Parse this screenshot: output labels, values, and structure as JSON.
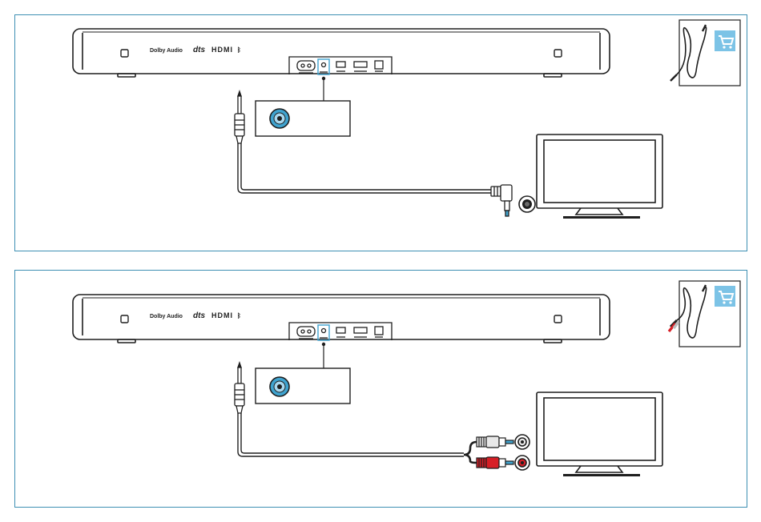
{
  "panels": [
    {
      "id": "aux-to-3-5mm",
      "cable": "3.5mm to 3.5mm stereo audio cable",
      "accessory_shop_icon": "shopping-cart-icon"
    },
    {
      "id": "aux-to-rca",
      "cable": "3.5mm to RCA stereo audio cable",
      "accessory_shop_icon": "shopping-cart-icon"
    }
  ],
  "soundbar": {
    "logos": {
      "dolby": "Dolby Audio",
      "dts": "dts",
      "hdmi": "HDMI"
    },
    "ports": [
      "power",
      "aux-in",
      "usb",
      "hdmi-arc",
      "optical"
    ]
  },
  "colors": {
    "frame": "#3d8fb3",
    "jack_highlight": "#3fa3cf",
    "cart_bg": "#7cc3e6",
    "rca_red": "#d61f26",
    "rca_white": "#e8e8e8",
    "line": "#1f1f1f"
  }
}
